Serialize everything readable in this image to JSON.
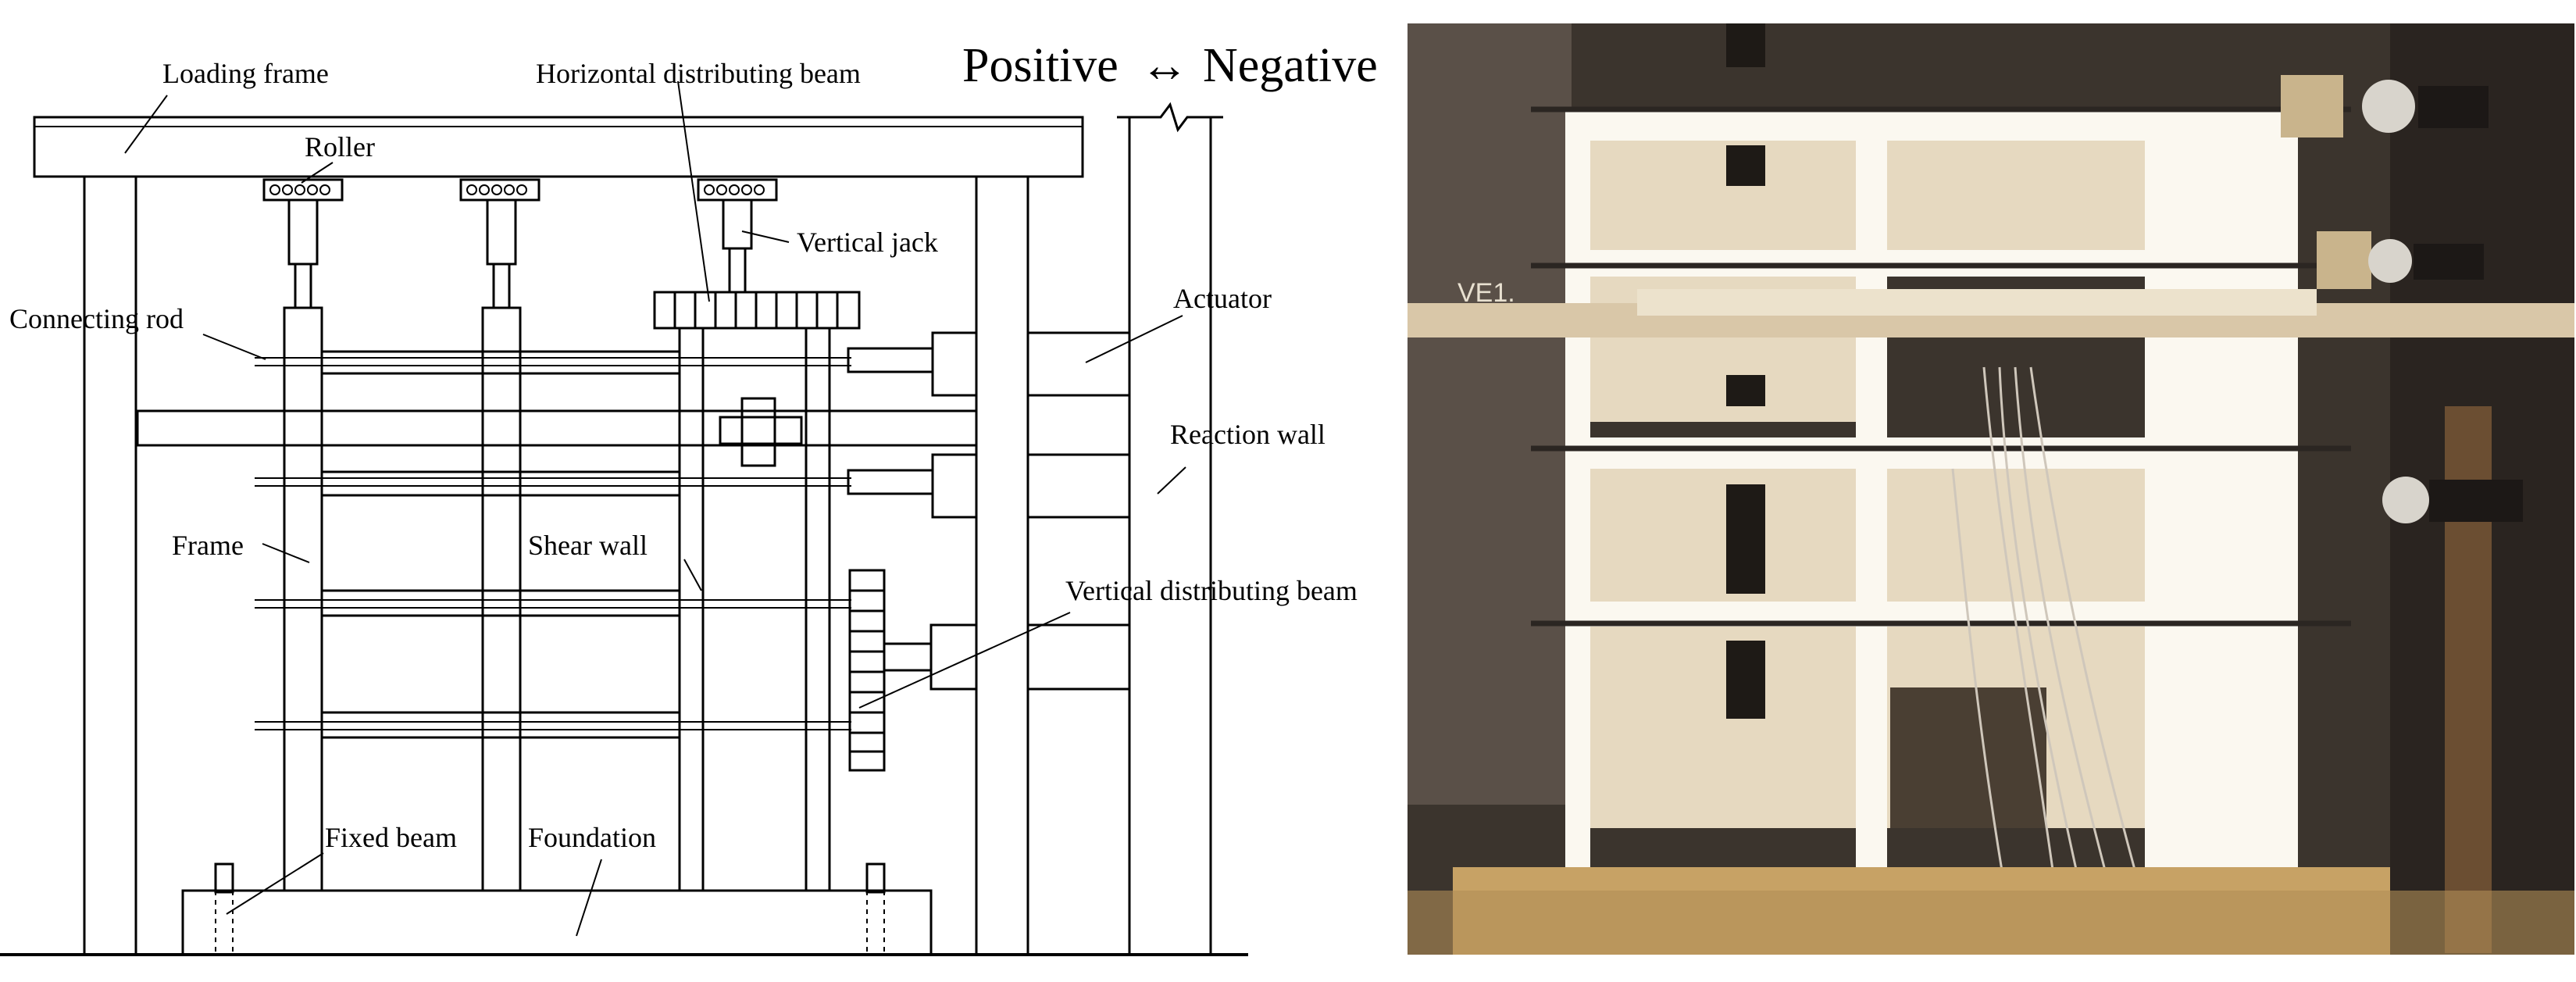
{
  "labels": {
    "loading_frame": "Loading frame",
    "roller": "Roller",
    "horizontal_distributing_beam": "Horizontal distributing beam",
    "vertical_jack": "Vertical jack",
    "connecting_rod": "Connecting rod",
    "actuator": "Actuator",
    "reaction_wall": "Reaction wall",
    "frame": "Frame",
    "shear_wall": "Shear wall",
    "vertical_distributing_beam": "Vertical distributing beam",
    "fixed_beam": "Fixed beam",
    "foundation": "Foundation"
  },
  "direction": {
    "positive": "Positive",
    "arrow": "↔",
    "negative": "Negative"
  },
  "photo_text": {
    "board_text": "VE1."
  },
  "colors": {
    "line": "#000000",
    "photo_background": "#3b342d",
    "wall_panel": "#e6d9c0",
    "frame_paint": "#fbf8f0",
    "steel_beam": "#d9c7a8",
    "foundation": "#c7a265"
  }
}
